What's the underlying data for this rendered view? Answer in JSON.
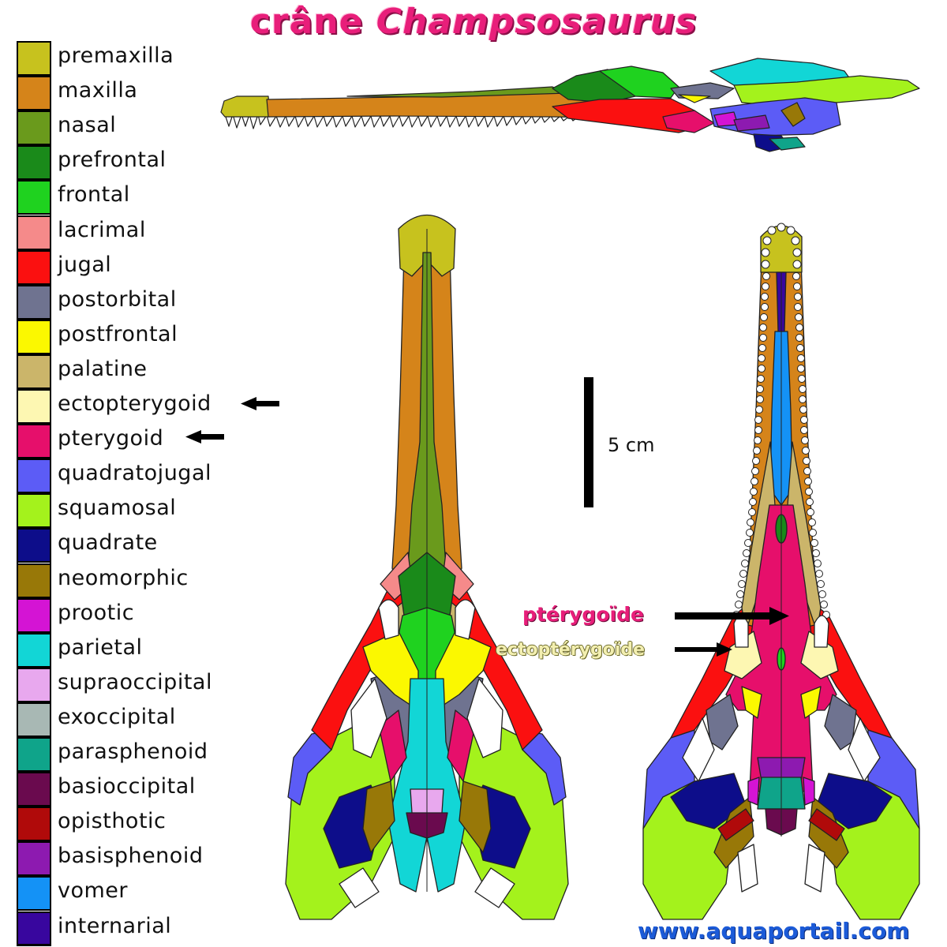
{
  "title": {
    "prefix": "crâne",
    "genus": "Champsosaurus"
  },
  "legend": [
    {
      "label": "premaxilla",
      "color": "#c7c21e"
    },
    {
      "label": "maxilla",
      "color": "#d5841a"
    },
    {
      "label": "nasal",
      "color": "#6a9a1c"
    },
    {
      "label": "prefrontal",
      "color": "#1a8a1a"
    },
    {
      "label": "frontal",
      "color": "#1fd21f"
    },
    {
      "label": "lacrimal",
      "color": "#f58a8a"
    },
    {
      "label": "jugal",
      "color": "#fb1010"
    },
    {
      "label": "postorbital",
      "color": "#6f7390"
    },
    {
      "label": "postfrontal",
      "color": "#fbf800"
    },
    {
      "label": "palatine",
      "color": "#cbb56a"
    },
    {
      "label": "ectopterygoid",
      "color": "#fdf7b2"
    },
    {
      "label": "pterygoid",
      "color": "#e60f6b"
    },
    {
      "label": "quadratojugal",
      "color": "#5c5cf6"
    },
    {
      "label": "squamosal",
      "color": "#a4f21c"
    },
    {
      "label": "quadrate",
      "color": "#0d0d8a"
    },
    {
      "label": "neomorphic",
      "color": "#987808"
    },
    {
      "label": "prootic",
      "color": "#d414d4"
    },
    {
      "label": "parietal",
      "color": "#12d6d6"
    },
    {
      "label": "supraoccipital",
      "color": "#e8a8ee"
    },
    {
      "label": "exoccipital",
      "color": "#a8b8b4"
    },
    {
      "label": "parasphenoid",
      "color": "#0fa48a"
    },
    {
      "label": "basioccipital",
      "color": "#6a0a4e"
    },
    {
      "label": "opisthotic",
      "color": "#b00a0a"
    },
    {
      "label": "basisphenoid",
      "color": "#8d1ab0"
    },
    {
      "label": "vomer",
      "color": "#1492f6"
    },
    {
      "label": "internarial",
      "color": "#38069e"
    }
  ],
  "scale_bar": {
    "label": "5 cm"
  },
  "callouts": {
    "pterygoid": "ptérygoïde",
    "ectopterygoid": "ectoptérygoïde"
  },
  "website": "www.aquaportail.com"
}
